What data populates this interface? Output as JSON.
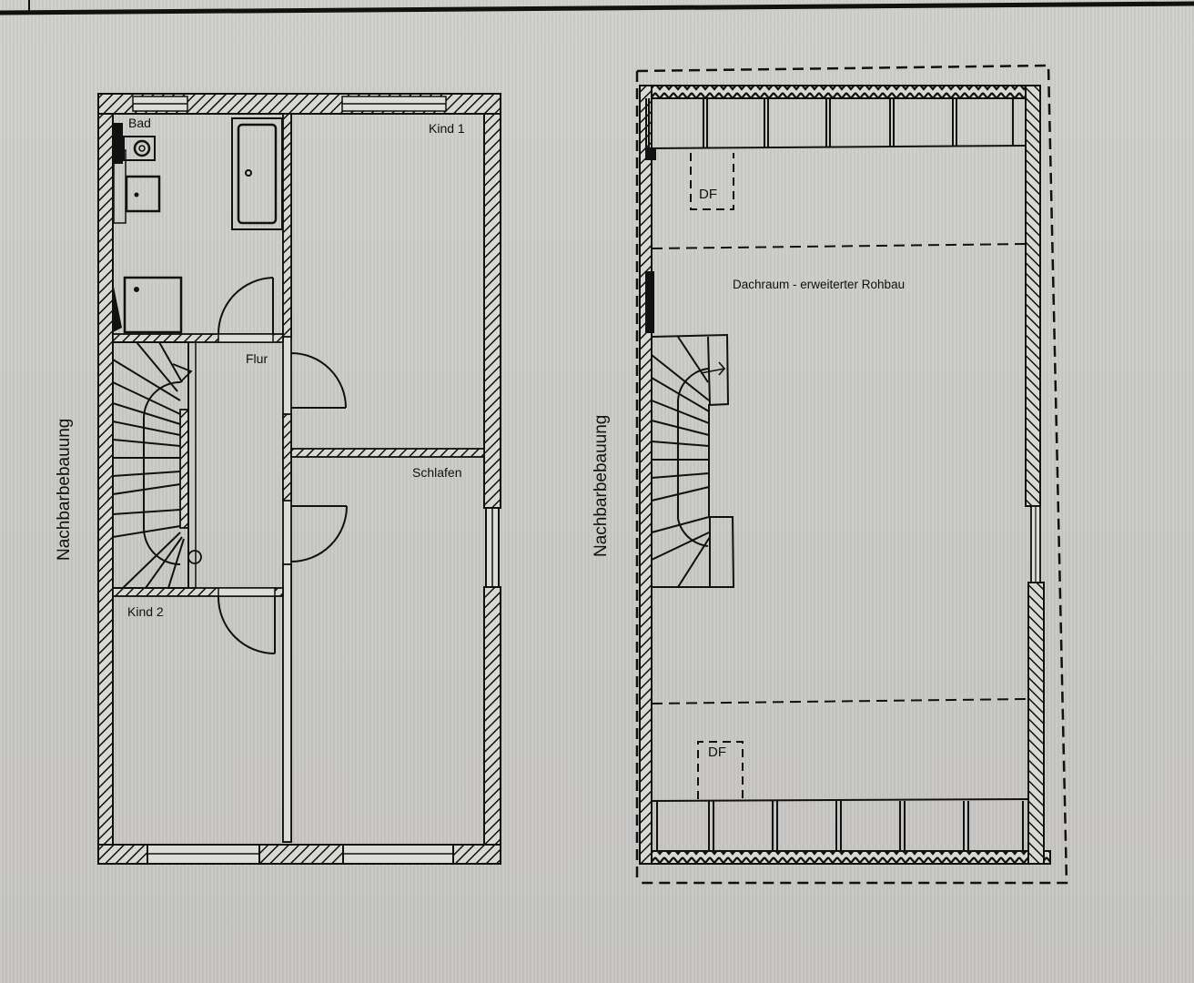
{
  "drawing": {
    "background_color": "#c9c9c6",
    "line_color": "#111111",
    "plans": [
      {
        "id": "upper-floor",
        "side_label": "Nachbarbebauung",
        "rooms": [
          {
            "name": "Bad"
          },
          {
            "name": "Kind 1"
          },
          {
            "name": "Flur"
          },
          {
            "name": "Schlafen"
          },
          {
            "name": "Kind 2"
          }
        ]
      },
      {
        "id": "attic",
        "side_label": "Nachbarbebauung",
        "area_label": "Dachraum - erweiterter Rohbau",
        "roof_windows": [
          {
            "label": "DF"
          },
          {
            "label": "DF"
          }
        ]
      }
    ]
  }
}
